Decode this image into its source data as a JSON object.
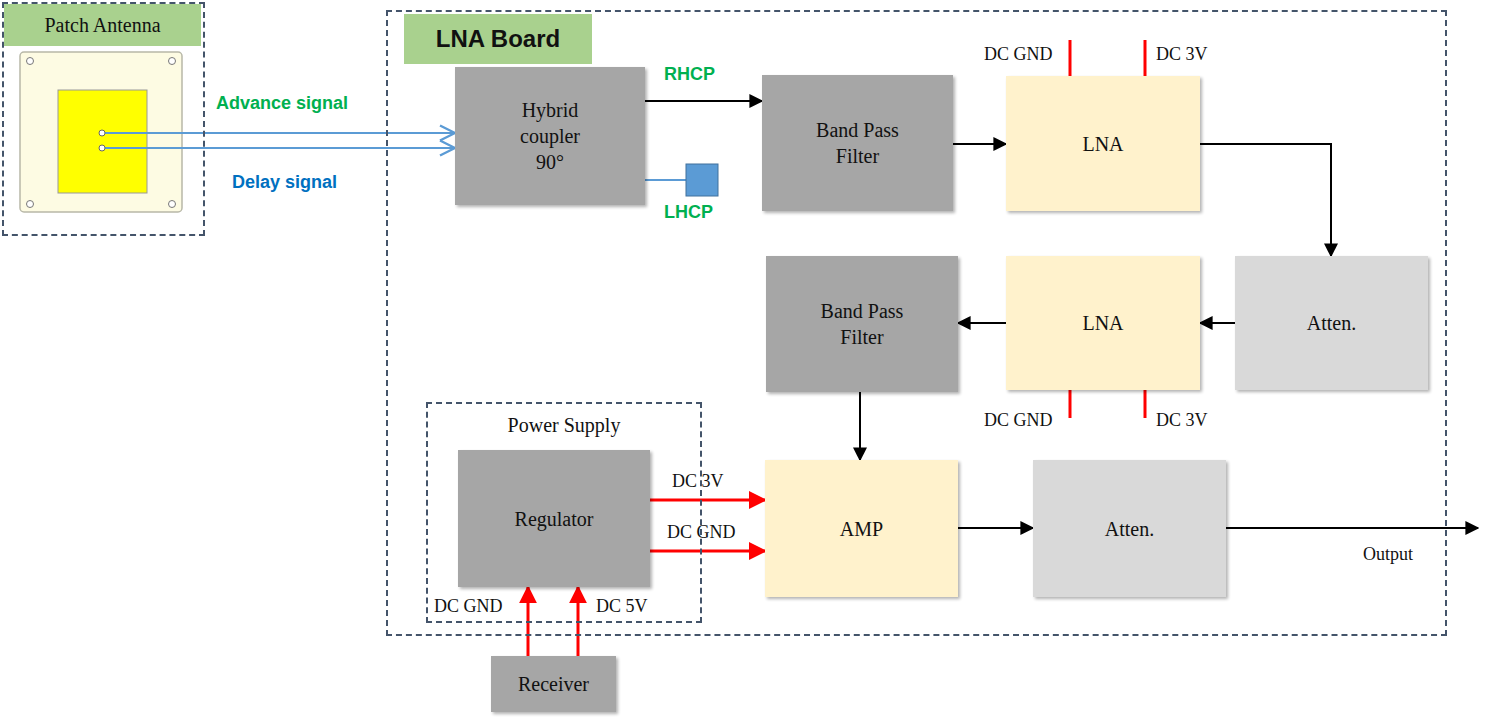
{
  "diagram": {
    "nodes": [
      {
        "text": [
          "Patch Antenna"
        ]
      },
      {
        "text": [
          "LNA Board"
        ]
      },
      {
        "text": [
          "Hybrid coupler 90°"
        ],
        "in": 1
      },
      {
        "text": [
          "Band Pass Filter"
        ],
        "in": 1
      },
      {
        "text": [
          "LNA"
        ],
        "in": 1
      },
      {
        "text": [
          "Atten."
        ],
        "in": 1
      },
      {
        "text": [
          "LNA"
        ],
        "in": 1
      },
      {
        "text": [
          "Band Pass Filter"
        ],
        "in": 1
      },
      {
        "text": [
          "Power Supply"
        ],
        "in": 1
      },
      {
        "text": [
          "Regulator"
        ],
        "in": 8
      },
      {
        "text": [
          "AMP"
        ],
        "in": 1
      },
      {
        "text": [
          "Atten."
        ],
        "in": 1
      },
      {
        "text": [
          "Receiver"
        ]
      }
    ],
    "edges": [
      {
        "from": 0,
        "to": 2,
        "arrow": "to",
        "label": "Advance signal"
      },
      {
        "from": 0,
        "to": 2,
        "arrow": "to",
        "label": "Delay signal"
      },
      {
        "from": 2,
        "to": 3,
        "arrow": "to",
        "label": "RHCP"
      },
      {
        "from": 3,
        "to": 4,
        "arrow": "to"
      },
      {
        "from": 4,
        "to": 5,
        "arrow": "to"
      },
      {
        "from": 5,
        "to": 6,
        "arrow": "to"
      },
      {
        "from": 6,
        "to": 7,
        "arrow": "to"
      },
      {
        "from": 7,
        "to": 10,
        "arrow": "to"
      },
      {
        "from": 9,
        "to": 10,
        "arrow": "to",
        "label": "DC 3V"
      },
      {
        "from": 9,
        "to": 10,
        "arrow": "to",
        "label": "DC GND"
      },
      {
        "from": 10,
        "to": 11,
        "arrow": "to"
      },
      {
        "from": 12,
        "to": 9,
        "arrow": "to",
        "label": "DC GND"
      },
      {
        "from": 12,
        "to": 9,
        "arrow": "to",
        "label": "DC 5V"
      }
    ],
    "labels": [
      "LHCP",
      "DC GND",
      "DC 3V",
      "DC GND",
      "DC 3V",
      "Output"
    ]
  }
}
